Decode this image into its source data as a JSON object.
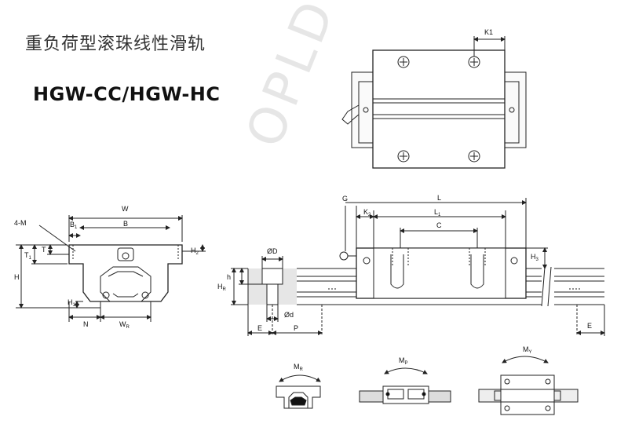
{
  "title_cn": "重负荷型滚珠线性滑轨",
  "model": "HGW-CC/HGW-HC",
  "watermark": "OPLD",
  "top_view": {
    "k1": "K1"
  },
  "front_view": {
    "w": "W",
    "b": "B",
    "b1": "B",
    "b1_sub": "1",
    "m": "4-M",
    "t": "T",
    "t1": "T",
    "t1_sub": "1",
    "h": "H",
    "h1": "H",
    "h1_sub": "1",
    "h2": "H",
    "h2_sub": "2",
    "n": "N",
    "wr": "W",
    "wr_sub": "R"
  },
  "side_view": {
    "g": "G",
    "l": "L",
    "l1": "L",
    "l1_sub": "1",
    "k2": "K",
    "k2_sub": "2",
    "c": "C",
    "od": "ØD",
    "hr": "H",
    "hr_sub": "R",
    "h": "h",
    "h3": "H",
    "h3_sub": "3",
    "d": "Ød",
    "e": "E",
    "p": "P",
    "e2": "E"
  },
  "moments": {
    "mr": "M",
    "mr_sub": "R",
    "mp": "M",
    "mp_sub": "P",
    "my": "M",
    "my_sub": "Y"
  }
}
